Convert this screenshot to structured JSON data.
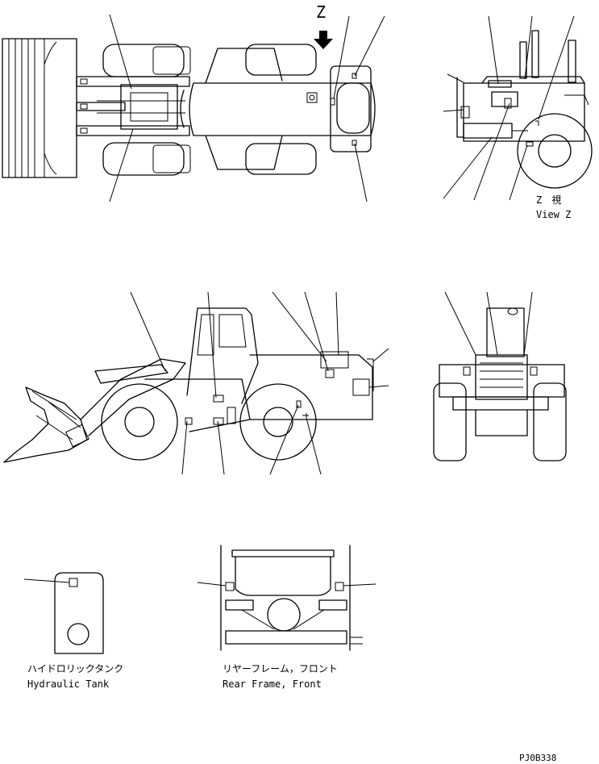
{
  "drawing": {
    "view_marker": "Z",
    "view_z_label_jp": "Z　視",
    "view_z_label_en": "View Z",
    "hydraulic_tank_jp": "ハイドロリックタンク",
    "hydraulic_tank_en": "Hydraulic Tank",
    "rear_frame_jp": "リヤーフレーム，フロント",
    "rear_frame_en": "Rear Frame, Front",
    "drawing_code": "PJ0B338"
  }
}
